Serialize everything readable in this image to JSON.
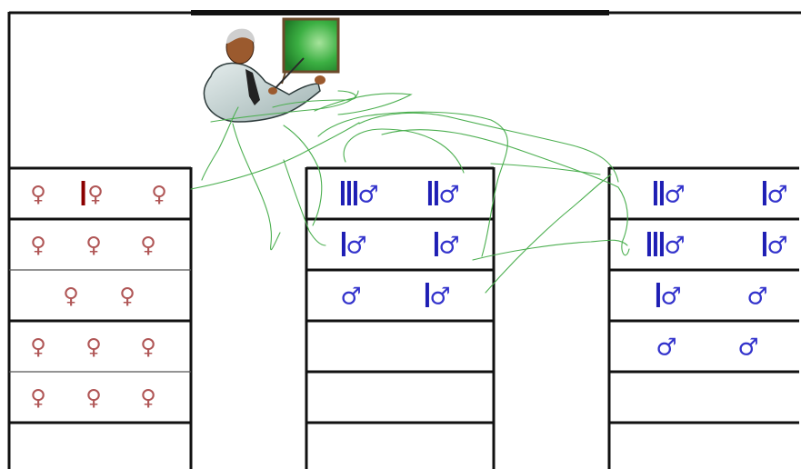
{
  "colors": {
    "female": "#b05656",
    "male": "#3333cc",
    "tick_female": "#8b0000",
    "tick_male": "#1e1eb4",
    "board": "#3cb043",
    "path": "#4caf50"
  },
  "symbols": {
    "female": "♀",
    "male": "♂"
  },
  "teacher_icon": "teacher-pointing-at-board-icon",
  "columns": [
    {
      "id": "left",
      "rows": [
        [
          {
            "tally": 0,
            "sym": "female"
          },
          {
            "tally": 1,
            "sym": "female"
          },
          {
            "tally": 0,
            "sym": "female"
          }
        ],
        [
          {
            "tally": 0,
            "sym": "female"
          },
          {
            "tally": 0,
            "sym": "female"
          },
          {
            "tally": 0,
            "sym": "female"
          }
        ],
        [
          {
            "tally": 0,
            "sym": "female"
          },
          {
            "tally": 0,
            "sym": "female"
          }
        ],
        [
          {
            "tally": 0,
            "sym": "female"
          },
          {
            "tally": 0,
            "sym": "female"
          },
          {
            "tally": 0,
            "sym": "female"
          }
        ],
        [
          {
            "tally": 0,
            "sym": "female"
          },
          {
            "tally": 0,
            "sym": "female"
          },
          {
            "tally": 0,
            "sym": "female"
          }
        ],
        []
      ]
    },
    {
      "id": "middle",
      "rows": [
        [
          {
            "tally": 3,
            "sym": "male"
          },
          {
            "tally": 2,
            "sym": "male"
          }
        ],
        [
          {
            "tally": 1,
            "sym": "male"
          },
          {
            "tally": 1,
            "sym": "male"
          }
        ],
        [
          {
            "tally": 0,
            "sym": "male"
          },
          {
            "tally": 1,
            "sym": "male"
          }
        ],
        [],
        [],
        []
      ]
    },
    {
      "id": "right",
      "rows": [
        [
          {
            "tally": 2,
            "sym": "male"
          },
          {
            "tally": 1,
            "sym": "male"
          }
        ],
        [
          {
            "tally": 3,
            "sym": "male"
          },
          {
            "tally": 1,
            "sym": "male"
          }
        ],
        [
          {
            "tally": 1,
            "sym": "male"
          },
          {
            "tally": 0,
            "sym": "male"
          }
        ],
        [
          {
            "tally": 0,
            "sym": "male"
          },
          {
            "tally": 0,
            "sym": "male"
          }
        ],
        [],
        []
      ]
    }
  ]
}
